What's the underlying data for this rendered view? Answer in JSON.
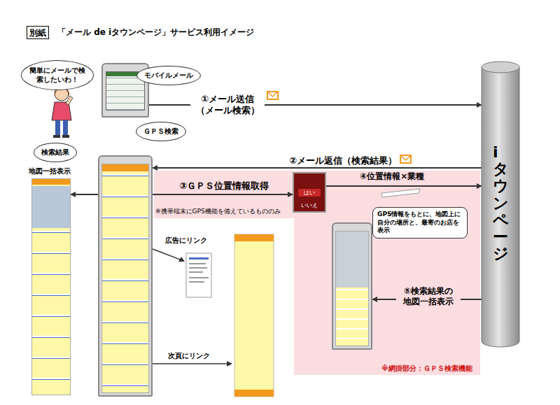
{
  "diagram": {
    "title": "「メール de iタウンページ」サービス利用イメージ",
    "nodes": [
      {
        "text": [
          "別紙"
        ]
      },
      {
        "text": [
          "簡単にメールで検索したいわ！"
        ]
      },
      {
        "text": [
          "モバイルメール"
        ]
      },
      {
        "text": [
          "iタウンページ"
        ]
      },
      {
        "text": [
          "ＧＰＳ検索",
          "検索結果"
        ]
      },
      {
        "text": [
          "地図一括表示"
        ]
      },
      {
        "text": [
          "はい",
          "いいえ"
        ]
      },
      {
        "text": [
          "GPS情報をもとに、地図上に自分の場所と、最寄のお店を表示"
        ]
      }
    ],
    "edges": [
      {
        "from": 2,
        "to": 3,
        "arrow": "to",
        "label": "①メール送信 （メール検索）"
      },
      {
        "from": 3,
        "to": 4,
        "arrow": "to",
        "label": "②メール返信（検索結果）"
      },
      {
        "from": 5,
        "to": 6,
        "arrow": "both",
        "label": "③ＧＰＳ位置情報取得"
      },
      {
        "from": 6,
        "to": 3,
        "arrow": "to",
        "label": "④位置情報×業種"
      },
      {
        "from": 3,
        "to": 7,
        "arrow": "to",
        "label": "⑤検索結果の 地図一括表示"
      }
    ],
    "labels": [
      "※携帯端末にGPS機能を備えているもののみ",
      "広告にリンク",
      "次頁にリンク",
      "※網掛部分：ＧＰＳ検索機能"
    ]
  }
}
